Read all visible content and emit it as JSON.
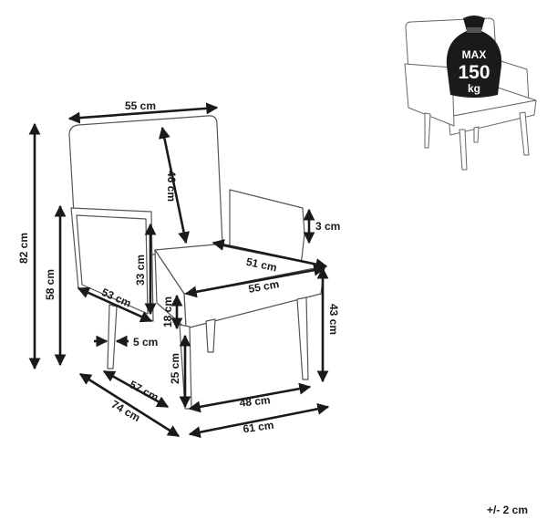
{
  "dimensions": {
    "back_width": "55 cm",
    "back_height": "46 cm",
    "armrest_thickness": "3 cm",
    "total_height": "82 cm",
    "armrest_height": "58 cm",
    "seat_depth": "51 cm",
    "seat_width": "55 cm",
    "armrest_side_height": "33 cm",
    "armrest_length": "53 cm",
    "seat_cushion_height": "18 cm",
    "seat_height": "43 cm",
    "leg_offset": "5 cm",
    "leg_height": "25 cm",
    "side_depth": "57 cm",
    "leg_spacing_front": "48 cm",
    "total_depth": "74 cm",
    "total_width": "61 cm"
  },
  "max_load": {
    "label": "MAX",
    "value": "150",
    "unit": "kg"
  },
  "tolerance": "+/- 2 cm"
}
